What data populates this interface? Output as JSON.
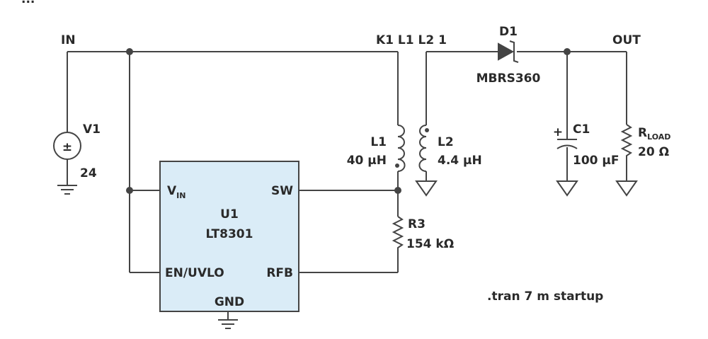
{
  "top_text": "...",
  "nets": {
    "in": "IN",
    "out": "OUT",
    "coupling": "K1 L1 L2 1"
  },
  "v1": {
    "name": "V1",
    "value": "24",
    "symbol": "±"
  },
  "u1": {
    "name": "U1",
    "part": "LT8301",
    "pins": {
      "vin_main": "V",
      "vin_sub": "IN",
      "sw": "SW",
      "en": "EN/UVLO",
      "rfb": "RFB",
      "gnd": "GND"
    },
    "fill": "#daecf7"
  },
  "l1": {
    "name": "L1",
    "value": "40 µH"
  },
  "l2": {
    "name": "L2",
    "value": "4.4 µH"
  },
  "d1": {
    "name": "D1",
    "part": "MBRS360"
  },
  "c1": {
    "name": "C1",
    "value": "100 µF",
    "polarity": "+"
  },
  "rload": {
    "name_main": "R",
    "name_sub": "LOAD",
    "value": "20 Ω"
  },
  "r3": {
    "name": "R3",
    "value": "154 kΩ"
  },
  "directive": ".tran 7 m startup"
}
